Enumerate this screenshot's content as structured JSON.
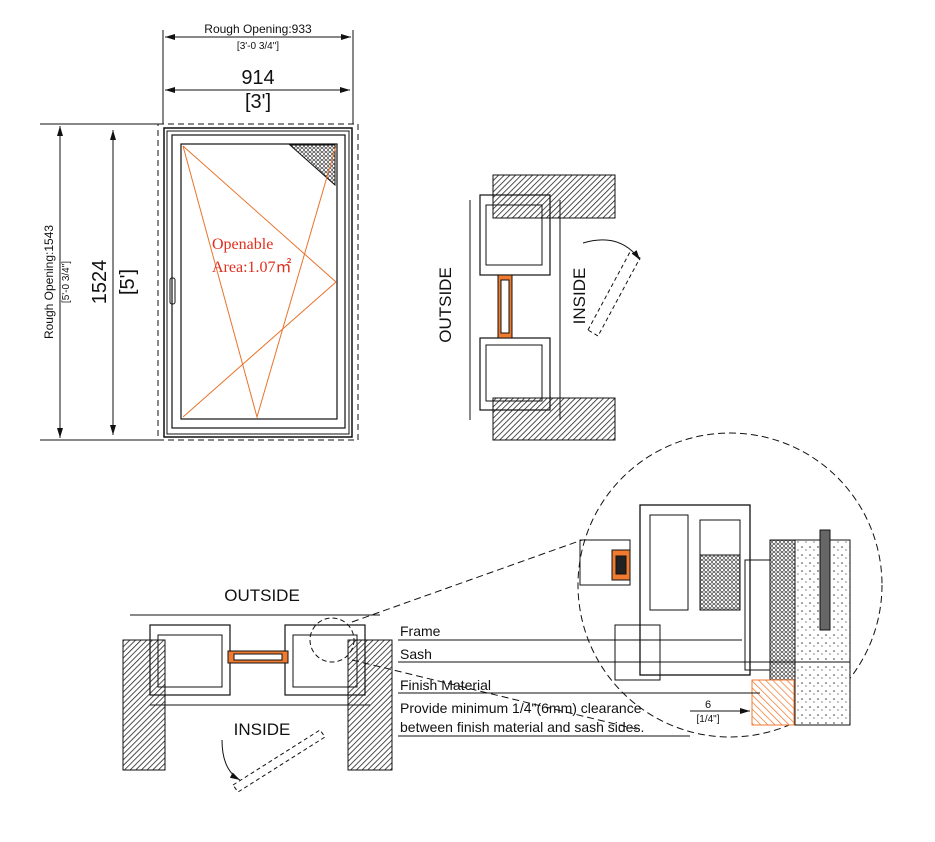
{
  "elevation": {
    "rough_width_label": "Rough Opening:933",
    "rough_width_imperial": "[3'-0 3/4\"]",
    "width": "914",
    "width_imperial": "[3']",
    "rough_height_label": "Rough Opening:1543",
    "rough_height_imperial": "[5'-0 3/4\"]",
    "height": "1524",
    "height_imperial": "[5']",
    "openable_line1": "Openable",
    "openable_line2": "Area:1.07㎡"
  },
  "vertical_section": {
    "outside": "OUTSIDE",
    "inside": "INSIDE"
  },
  "horizontal_section": {
    "outside": "OUTSIDE",
    "inside": "INSIDE"
  },
  "detail": {
    "frame": "Frame",
    "sash": "Sash",
    "finish_material": "Finish Material",
    "note_line1": "Provide minimum 1/4\"(6mm) clearance",
    "note_line2": "between finish material and sash sides.",
    "clearance": "6",
    "clearance_imperial": "[1/4\"]"
  },
  "colors": {
    "line": "#111111",
    "opening": "#e8732c",
    "label_red": "#e0301e",
    "finish": "#f07a30"
  }
}
